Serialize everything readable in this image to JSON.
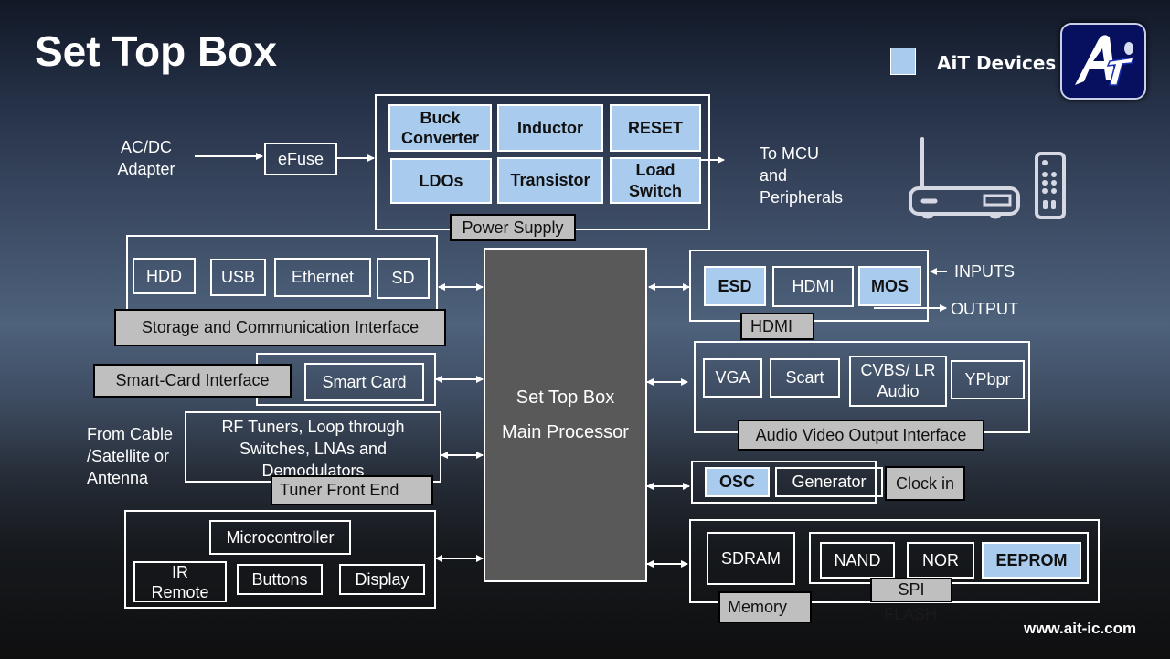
{
  "title": "Set Top Box",
  "legend": {
    "swatch_color": "#a9cbed",
    "label": "AiT Devices"
  },
  "logo": {
    "text": "Ai",
    "icon": "ait-logo-icon"
  },
  "illustration": {
    "icons": [
      "set-top-box-icon",
      "remote-control-icon"
    ]
  },
  "power": {
    "input_label": "AC/DC\nAdapter",
    "efuse": "eFuse",
    "items": [
      "Buck Converter",
      "Inductor",
      "RESET",
      "LDOs",
      "Transistor",
      "Load Switch"
    ],
    "group_label": "Power Supply",
    "output_label": "To MCU\nand\nPeripherals"
  },
  "storage": {
    "items": [
      "HDD",
      "USB",
      "Ethernet",
      "SD"
    ],
    "group_label": "Storage and Communication Interface"
  },
  "smartcard": {
    "item": "Smart Card",
    "group_label": "Smart-Card Interface"
  },
  "tuner": {
    "source_label": "From Cable\n/Satellite or\nAntenna",
    "item": "RF Tuners, Loop through Switches, LNAs and Demodulators",
    "group_label": "Tuner Front End"
  },
  "mcu": {
    "items": [
      "Microcontroller",
      "IR\nRemote",
      "Buttons",
      "Display"
    ]
  },
  "processor": {
    "line1": "Set Top Box",
    "line2": "Main Processor"
  },
  "hdmi": {
    "items": [
      "ESD",
      "HDMI",
      "MOS"
    ],
    "group_label": "HDMI",
    "inputs_label": "INPUTS",
    "output_label": "OUTPUT"
  },
  "av": {
    "items": [
      "VGA",
      "Scart",
      "CVBS/ LR\nAudio",
      "YPbpr"
    ],
    "group_label": "Audio Video Output Interface"
  },
  "clock": {
    "items": [
      "OSC",
      "Generator"
    ],
    "group_label": "Clock in"
  },
  "memory": {
    "items": [
      "SDRAM",
      "NAND",
      "NOR",
      "EEPROM"
    ],
    "flash_label": "SPI",
    "flash_sublabel": "FLASH",
    "group_label": "Memory"
  },
  "footer": {
    "url": "www.ait-ic.com"
  }
}
